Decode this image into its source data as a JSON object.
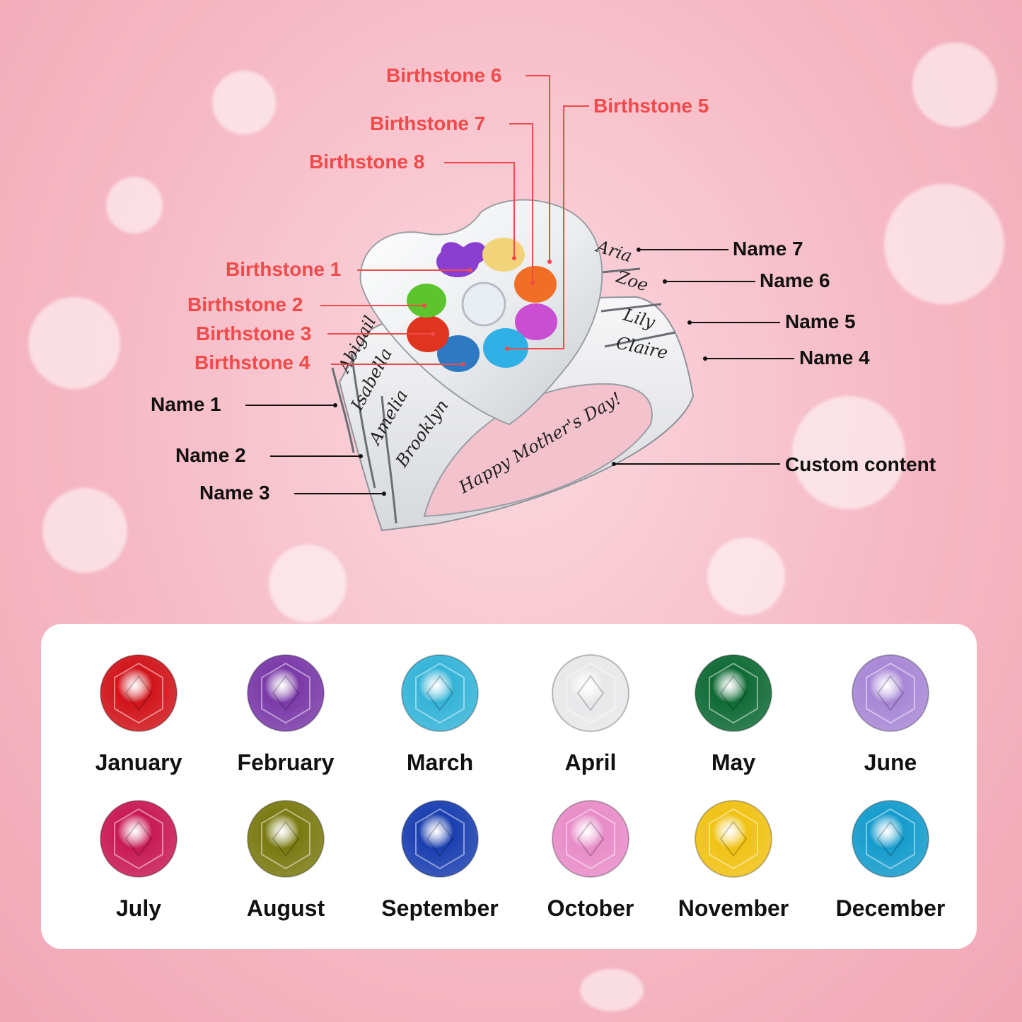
{
  "ring": {
    "engravings": {
      "left": [
        "Abigail",
        "Isabella",
        "Amelia",
        "Brooklyn"
      ],
      "right": [
        "Aria",
        "Zoe",
        "Lily",
        "Claire"
      ],
      "inner": "Happy Mother's Day!"
    }
  },
  "labels": {
    "birthstones": [
      "Birthstone 1",
      "Birthstone 2",
      "Birthstone 3",
      "Birthstone 4",
      "Birthstone 5",
      "Birthstone 6",
      "Birthstone 7",
      "Birthstone 8"
    ],
    "names": [
      "Name 1",
      "Name 2",
      "Name 3",
      "Name 4",
      "Name 5",
      "Name 6",
      "Name 7"
    ],
    "custom": "Custom content"
  },
  "birthstone_chart": {
    "months": [
      {
        "month": "January",
        "color": "#d0151b"
      },
      {
        "month": "February",
        "color": "#7a3aa8"
      },
      {
        "month": "March",
        "color": "#35b4d8"
      },
      {
        "month": "April",
        "color": "#e8e8ea"
      },
      {
        "month": "May",
        "color": "#0f6b35"
      },
      {
        "month": "June",
        "color": "#a887d6"
      },
      {
        "month": "July",
        "color": "#c81a55"
      },
      {
        "month": "August",
        "color": "#7a7a12"
      },
      {
        "month": "September",
        "color": "#1a3fb0"
      },
      {
        "month": "October",
        "color": "#e88cc8"
      },
      {
        "month": "November",
        "color": "#f0c214"
      },
      {
        "month": "December",
        "color": "#159ccc"
      }
    ]
  },
  "colors": {
    "label_red": "#f04a4a",
    "label_black": "#111111"
  }
}
